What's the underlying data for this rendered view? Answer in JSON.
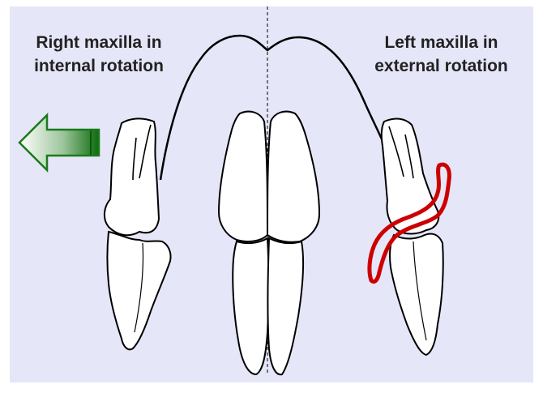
{
  "labels": {
    "right_side": {
      "line1": "Right maxilla in",
      "line2": "internal rotation"
    },
    "left_side": {
      "line1": "Left maxilla in",
      "line2": "external rotation"
    }
  },
  "colors": {
    "background": "#e6e6f9",
    "outline": "#000000",
    "tooth_fill": "#ffffff",
    "arrow_green": "#1a7a1a",
    "highlight_red": "#cc0000"
  },
  "icons": {
    "direction_arrow": "arrow-left-icon",
    "midline": "dashed-midline"
  }
}
